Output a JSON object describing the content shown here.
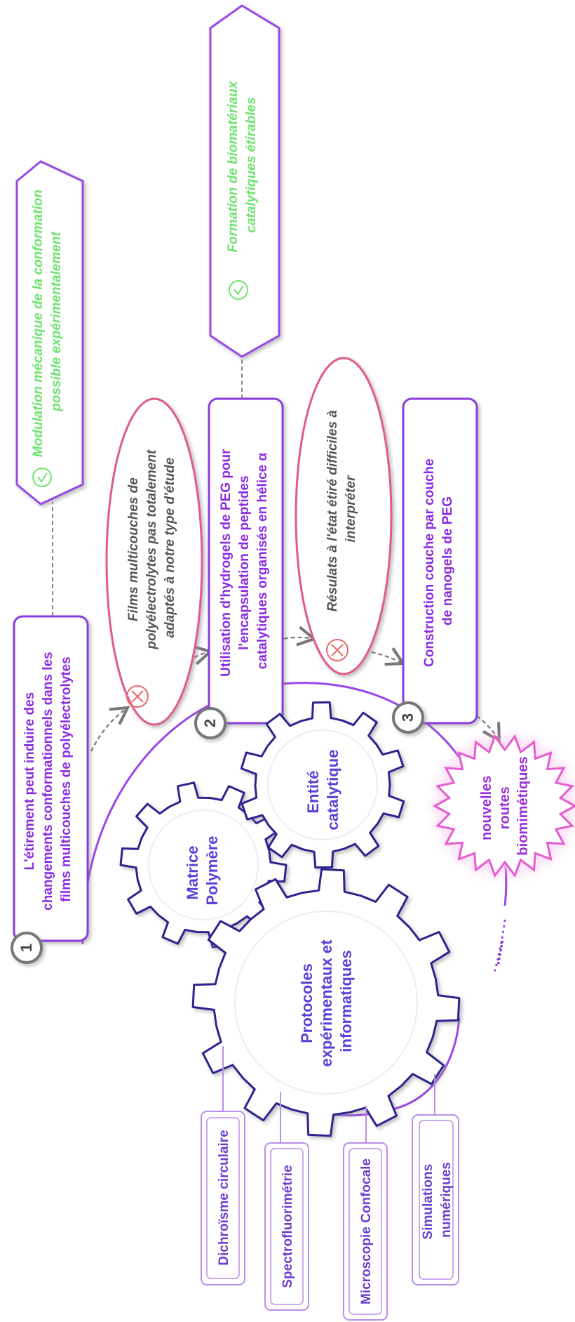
{
  "colors": {
    "purple": "#7b2fd6",
    "purple_light": "#c9a4f2",
    "green": "#6fe26f",
    "red": "#e86a6a",
    "pink": "#e85ab0",
    "gear_text": "#5a3fd9",
    "gray": "#777777"
  },
  "steps": [
    {
      "number": "1",
      "text_lines": [
        "L'étirement peut induire des",
        "changements conformationnels dans les",
        "films multicouches de polyélectrolytes"
      ]
    },
    {
      "number": "2",
      "text_lines": [
        "Utilisation d'hydrogels de PEG pour",
        "l'encapsulation de peptides",
        "catalytiques organisés en hélice α"
      ]
    },
    {
      "number": "3",
      "text_lines": [
        "Construction couche par couche",
        "de nanogels de PEG"
      ]
    }
  ],
  "problems": [
    {
      "icon": "cross-icon",
      "text_lines": [
        "Films multicouches de",
        "polyélectrolytes pas totalement",
        "adaptés à notre type d'étude"
      ]
    },
    {
      "icon": "cross-icon",
      "text_lines": [
        "Résulats à l'état étiré difficiles à",
        "interpréter"
      ]
    }
  ],
  "outcomes": [
    {
      "icon": "check-icon",
      "text_lines": [
        "Modulation mécanique de la conformation",
        "possible expérimentalement"
      ]
    },
    {
      "icon": "check-icon",
      "text_lines": [
        "Formation de biomatériaux",
        "catalytiques étirables"
      ]
    }
  ],
  "gears": [
    {
      "text_lines": [
        "Matrice",
        "Polymère"
      ]
    },
    {
      "text_lines": [
        "Entité",
        "catalytique"
      ]
    },
    {
      "text_lines": [
        "Protocoles",
        "expérimentaux et",
        "informatiques"
      ]
    }
  ],
  "burst": {
    "text_lines": [
      "nouvelles",
      "routes",
      "biomimétiques"
    ]
  },
  "techniques": [
    {
      "text_lines": [
        "Dichroïsme circulaire"
      ]
    },
    {
      "text_lines": [
        "Spectrofluorimétrie"
      ]
    },
    {
      "text_lines": [
        "Microscopie Confocale"
      ]
    },
    {
      "text_lines": [
        "Simulations",
        "numériques"
      ]
    }
  ],
  "continuation": "......"
}
